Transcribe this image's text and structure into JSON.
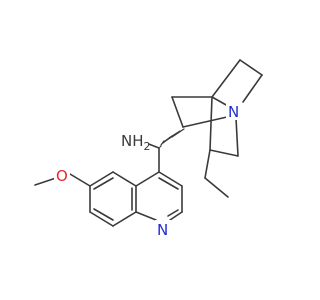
{
  "molecule": {
    "atoms": {
      "amine": {
        "text": "NH",
        "subscript": "2",
        "color": "#3a3a3a"
      },
      "methoxy_oxygen": {
        "text": "O",
        "color": "#e8262d"
      },
      "quinoline_nitrogen": {
        "text": "N",
        "color": "#1f2ad6"
      },
      "quinuclidine_nitrogen": {
        "text": "N",
        "color": "#1f2ad6"
      }
    },
    "colors": {
      "bond": "#3a3a3a",
      "background": "#ffffff"
    }
  }
}
